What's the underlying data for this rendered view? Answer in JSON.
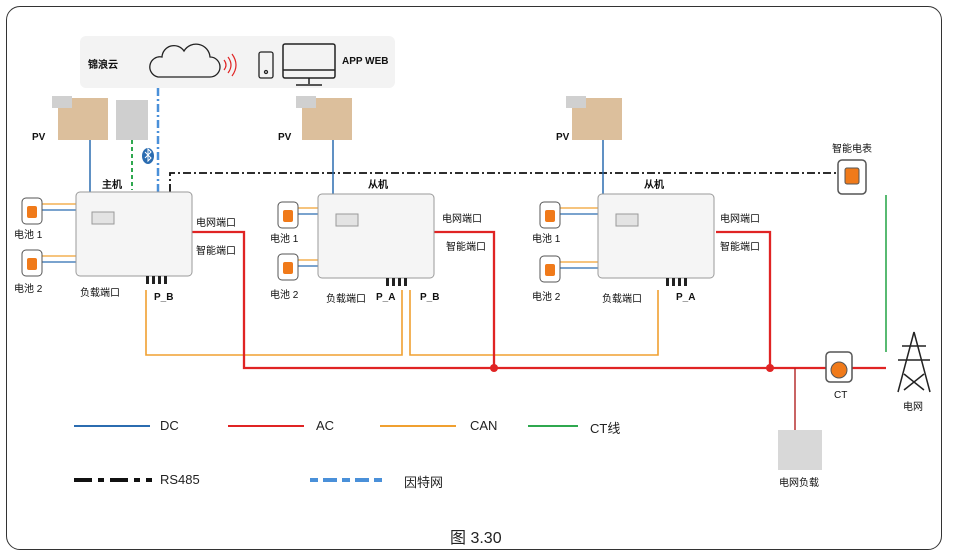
{
  "figure": {
    "caption": "图 3.30",
    "cloud_label": "锦浪云",
    "app_web_label": "APP WEB"
  },
  "inverters": [
    {
      "role": "主机",
      "pv": "PV",
      "battery1": "电池 1",
      "battery2": "电池 2",
      "load_port": "负载端口",
      "grid_port": "电网端口",
      "smart_port": "智能端口",
      "p_ports": [
        "P_B"
      ]
    },
    {
      "role": "从机",
      "pv": "PV",
      "battery1": "电池 1",
      "battery2": "电池 2",
      "load_port": "负载端口",
      "grid_port": "电网端口",
      "smart_port": "智能端口",
      "p_ports": [
        "P_A",
        "P_B"
      ]
    },
    {
      "role": "从机",
      "pv": "PV",
      "battery1": "电池 1",
      "battery2": "电池 2",
      "load_port": "负载端口",
      "grid_port": "电网端口",
      "smart_port": "智能端口",
      "p_ports": [
        "P_A"
      ]
    }
  ],
  "meter_label": "智能电表",
  "ct_label": "CT",
  "grid_label": "电网",
  "grid_load_label": "电网负载",
  "legend": [
    {
      "label": "DC",
      "color": "#2b6cb0",
      "style": "solid"
    },
    {
      "label": "AC",
      "color": "#e02424",
      "style": "solid"
    },
    {
      "label": "CAN",
      "color": "#f0a030",
      "style": "solid"
    },
    {
      "label": "CT线",
      "color": "#2fa84f",
      "style": "solid"
    },
    {
      "label": "RS485",
      "color": "#111111",
      "style": "dash-dot"
    },
    {
      "label": "因特网",
      "color": "#4a90d9",
      "style": "dash-dot"
    }
  ]
}
